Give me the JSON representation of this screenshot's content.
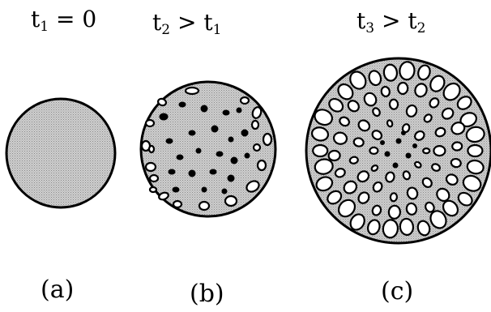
{
  "panels": [
    {
      "heading": {
        "t": "t",
        "sub": "1",
        "rest": " = 0"
      },
      "caption": "(a)"
    },
    {
      "heading": {
        "t": "t",
        "sub": "2",
        "rest": " > t",
        "sub2": "1"
      },
      "caption": "(b)"
    },
    {
      "heading": {
        "t": "t",
        "sub": "3",
        "rest": " > t",
        "sub2": "2"
      },
      "caption": "(c)"
    }
  ],
  "colors": {
    "stipple": "#bdbdbd",
    "outline": "#000000",
    "background": "#ffffff"
  }
}
